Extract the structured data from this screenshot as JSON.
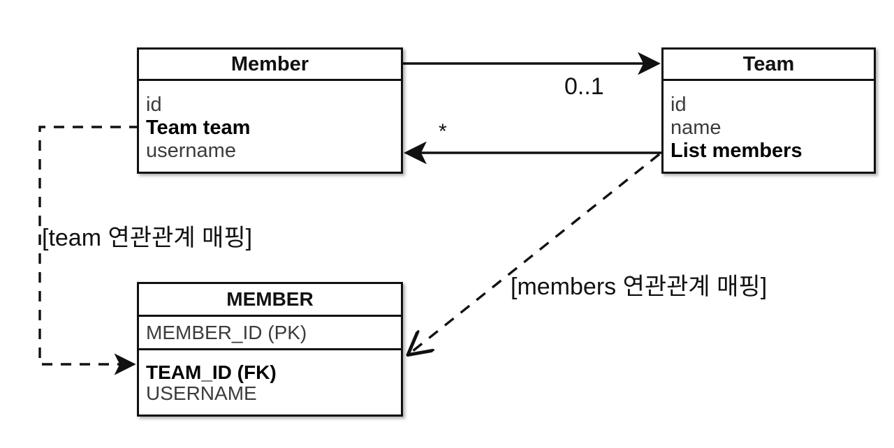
{
  "diagram": {
    "type": "uml-class-and-erd-mapping-diagram",
    "background_color": "#ffffff",
    "line_color": "#111111",
    "muted_text_color": "#3b3b3b"
  },
  "entities": {
    "member_class": {
      "title": "Member",
      "fields": [
        {
          "text": "id",
          "emphasis": "normal"
        },
        {
          "text": "Team team",
          "emphasis": "bold"
        },
        {
          "text": "username",
          "emphasis": "normal"
        }
      ]
    },
    "team_class": {
      "title": "Team",
      "fields": [
        {
          "text": "id",
          "emphasis": "normal"
        },
        {
          "text": "name",
          "emphasis": "normal"
        },
        {
          "text": "List members",
          "emphasis": "bold"
        }
      ]
    },
    "member_table": {
      "title": "MEMBER",
      "primary_key": {
        "text": "MEMBER_ID (PK)",
        "emphasis": "normal"
      },
      "columns": [
        {
          "text": "TEAM_ID (FK)",
          "emphasis": "bold"
        },
        {
          "text": "USERNAME",
          "emphasis": "normal"
        }
      ]
    }
  },
  "edges": {
    "member_to_team": {
      "multiplicity": "0..1",
      "style": "solid",
      "direction": "member-to-team"
    },
    "team_to_member": {
      "multiplicity": "*",
      "style": "solid",
      "direction": "team-to-member"
    },
    "team_field_mapping": {
      "label": "[team 연관관계 매핑]",
      "style": "dashed",
      "from": "Team team",
      "to": "TEAM_ID (FK)"
    },
    "members_field_mapping": {
      "label": "[members 연관관계 매핑]",
      "style": "dashed",
      "from": "List members",
      "to": "MEMBER"
    }
  }
}
